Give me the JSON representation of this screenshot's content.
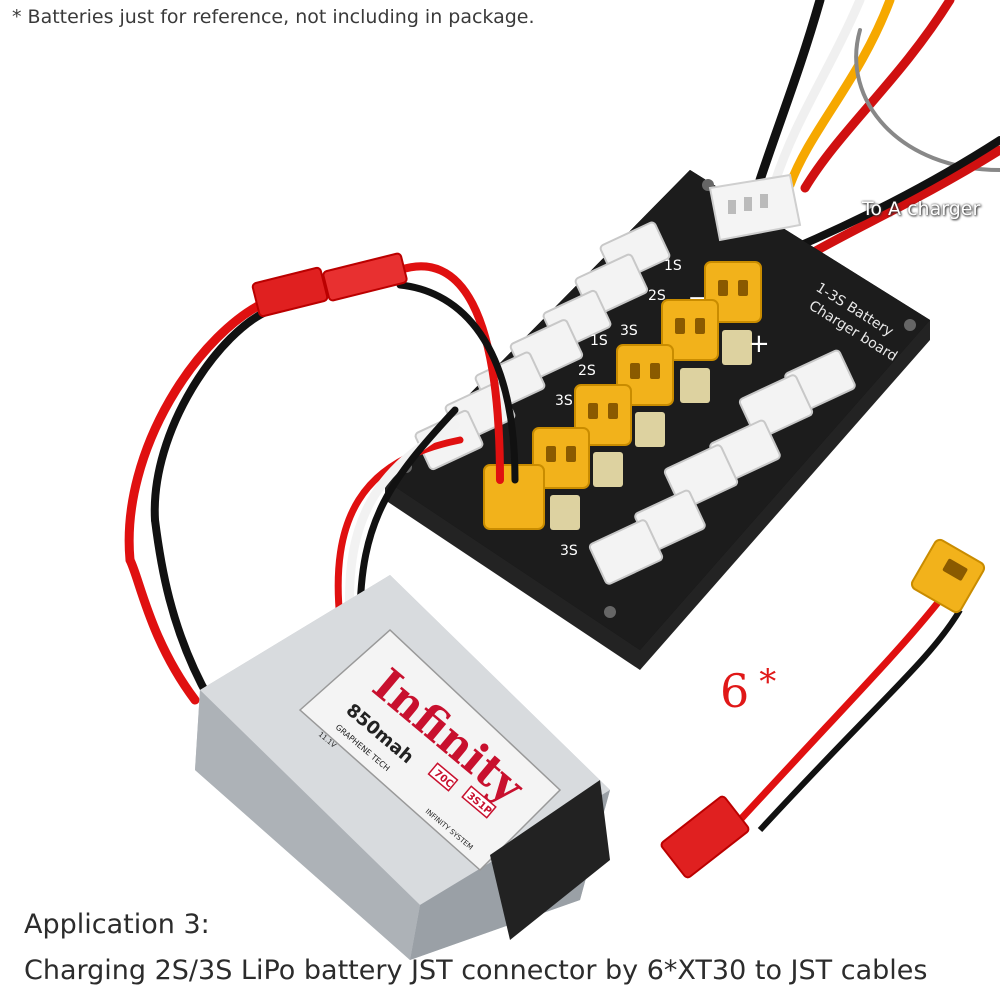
{
  "note": "* Batteries just for reference, not including in package.",
  "charger_label": "To A charger",
  "cable_count": "6",
  "cable_count_star": "*",
  "caption": {
    "line1": "Application 3:",
    "line2": "Charging 2S/3S LiPo battery JST connector by 6*XT30 to JST cables"
  },
  "board": {
    "title_line1": "1-3S Battery",
    "title_line2": "Charger board",
    "port_labels": [
      "1S",
      "2S",
      "3S",
      "1S",
      "2S",
      "3S"
    ]
  },
  "battery": {
    "brand": "Infinity",
    "capacity": "850mah",
    "rate": "70C",
    "pack": "3S1P",
    "system": "INFINITY SYSTEM",
    "tech": "GRAPHENE TECH",
    "voltage": "11.1V"
  },
  "colors": {
    "board": "#141414",
    "xt30": "#f2b21b",
    "jst": "#f2f2f2",
    "red_wire": "#e01010",
    "accent_text": "#e01818"
  }
}
